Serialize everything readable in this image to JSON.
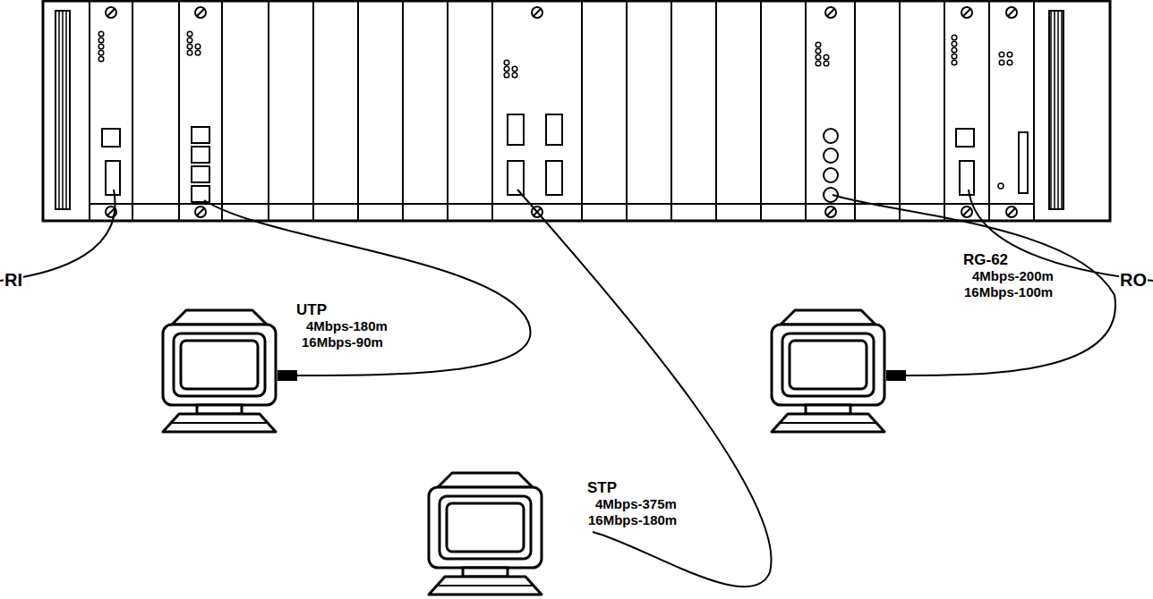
{
  "diagram": {
    "labels": [
      "RI",
      "RO",
      "UTP",
      "4Mbps-180m",
      "16Mbps-90m",
      "STP",
      "4Mbps-375m",
      "16Mbps-180m",
      "RG-62",
      "4Mbps-200m",
      "16Mbps-100m"
    ]
  }
}
